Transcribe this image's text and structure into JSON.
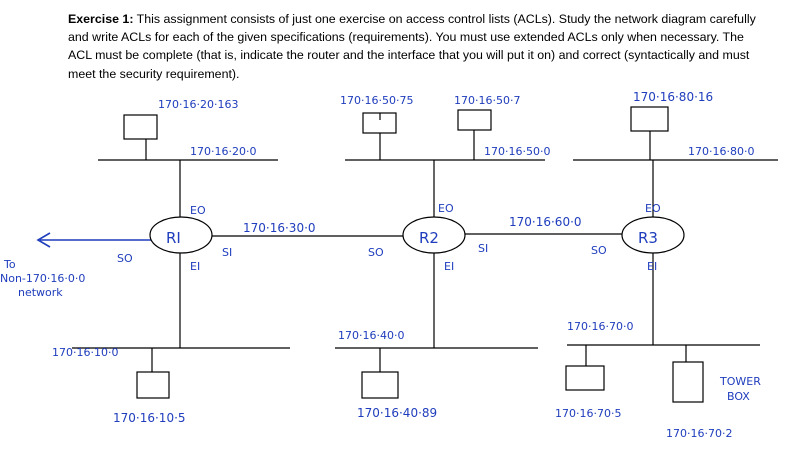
{
  "exercise": {
    "heading": "Exercise 1:",
    "text": "This assignment consists of just one exercise on access control lists (ACLs). Study the network diagram carefully and write ACLs for each of the given specifications (requirements). You must use extended ACLs only when necessary. The ACL must be complete (that is, indicate the router and the interface that you will put it on) and correct (syntactically and must meet the security requirement)."
  },
  "routers": [
    {
      "name": "RI",
      "e0": "EO",
      "e1": "EI",
      "s0": "SO",
      "s1": "SI"
    },
    {
      "name": "R2",
      "e0": "EO",
      "e1": "EI",
      "s0": "SO",
      "s1": "SI"
    },
    {
      "name": "R3",
      "e0": "EO",
      "e1": "EI",
      "s0": "SO"
    }
  ],
  "networks": {
    "r1_e0_lan": "170·16·20·0",
    "r1_e1_lan": "170·16·10·0",
    "r1_r2_link": "170·16·30·0",
    "r2_e0_lan": "170·16·50·0",
    "r2_e1_lan": "170·16·40·0",
    "r2_r3_link": "170·16·60·0",
    "r3_e0_lan": "170·16·80·0",
    "r3_e1_lan": "170·16·70·0"
  },
  "hosts": {
    "h_20_163": "170·16·20·163",
    "h_50_75": "170·16·50·75",
    "h_50_7": "170·16·50·7",
    "h_80_16": "170·16·80·16",
    "h_10_5": "170·16·10·5",
    "h_40_89": "170·16·40·89",
    "h_70_5": "170·16·70·5",
    "h_70_2": "170·16·70·2"
  },
  "external": {
    "line1": "To",
    "line2": "Non-170·16·0·0",
    "line3": "network"
  },
  "tower": {
    "line1": "TOWER",
    "line2": "BOX"
  },
  "colors": {
    "ink": "#1f3dbd",
    "text": "#000000"
  }
}
